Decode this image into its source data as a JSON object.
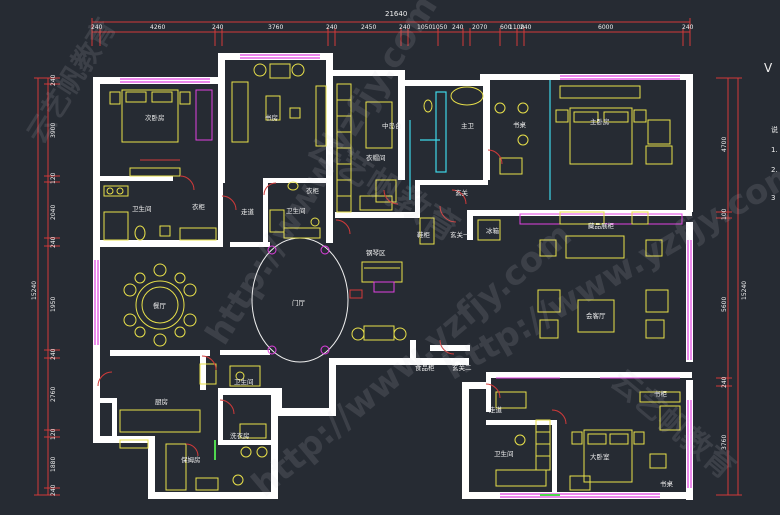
{
  "colors": {
    "background": "#262b33",
    "wall": "#ffffff",
    "furniture": "#e8e04a",
    "dimension": "#d23a3a",
    "accent_magenta": "#e040e0",
    "accent_cyan": "#3fd8e8",
    "accent_green": "#4fd84f",
    "text": "#f0f0f0"
  },
  "dimensions": {
    "overall_top": "21640",
    "top_segments": [
      "240",
      "4260",
      "240",
      "3760",
      "240",
      "2450",
      "240",
      "1050",
      "1050",
      "240",
      "2070",
      "600",
      "1100",
      "240",
      "6000",
      "240"
    ],
    "left_segments": [
      "240",
      "3900",
      "120",
      "2040",
      "240",
      "1950",
      "240",
      "2760",
      "120",
      "1880",
      "240"
    ],
    "overall_left": "15240",
    "right_segments": [
      "4700",
      "100",
      "5600",
      "240",
      "3760"
    ],
    "overall_right": "15240"
  },
  "rooms": {
    "second_bedroom": "次卧房",
    "study_top": "书房",
    "cloakroom": "衣帽间",
    "island": "中岛台",
    "master_bath": "主卫",
    "dresser": "书桌",
    "master_bedroom": "主卧房",
    "bathroom_left": "卫生间",
    "closet_left": "衣柜",
    "corridor": "走道",
    "bathroom_mid": "卫生间",
    "closet_mid": "衣柜",
    "shoe_cabinet": "鞋柜",
    "entry_closet": "玄关",
    "foyer": "玄关一",
    "ice_box": "冰箱",
    "collection_cabinet": "藏品展柜",
    "dining": "餐厅",
    "lobby": "门厅",
    "piano": "钢琴区",
    "living_room": "会客厅",
    "bathroom_lower": "卫生间",
    "kitchen": "厨房",
    "laundry": "洗衣房",
    "nanny_room": "保姆房",
    "pantry": "食品柜",
    "foyer2": "玄关二",
    "hallway_lower": "走道",
    "bathroom_right": "卫生间",
    "study_right": "书柜",
    "large_bedroom": "大卧室",
    "desk_right": "书桌"
  },
  "side_text": {
    "line1": "说",
    "line2": "1.",
    "line3": "2.",
    "line4": "3",
    "corner": "V"
  },
  "watermarks": [
    "http://www.yzfjy.com",
    "云艺帆教育",
    "http://www.yzfjy.com",
    "云艺帆教育",
    "http://www.yzfjy.com",
    "云艺帆教育"
  ]
}
